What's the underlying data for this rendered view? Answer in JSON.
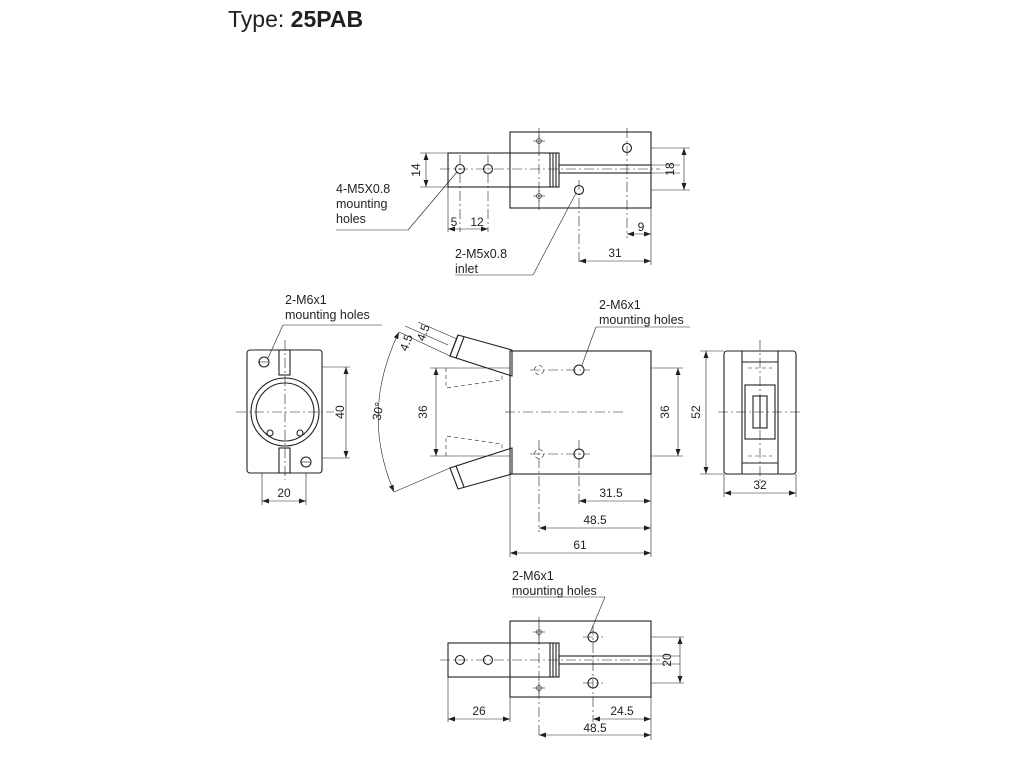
{
  "title": {
    "prefix": "Type: ",
    "model": "25PAB"
  },
  "labels": {
    "top_mount_1": "4-M5X0.8",
    "top_mount_2": "mounting",
    "top_mount_3": "holes",
    "inlet_1": "2-M5x0.8",
    "inlet_2": "inlet",
    "left_mount_1": "2-M6x1",
    "left_mount_2": "mounting holes",
    "mid_mount_1": "2-M6x1",
    "mid_mount_2": "mounting holes",
    "bot_mount_1": "2-M6x1",
    "bot_mount_2": "mounting holes"
  },
  "dims": {
    "top_14": "14",
    "top_5": "5",
    "top_12": "12",
    "top_18": "18",
    "top_9": "9",
    "top_31": "31",
    "left_40": "40",
    "left_20": "20",
    "mid_4_5a": "4.5",
    "mid_4_5b": "4.5",
    "mid_30deg": "30°",
    "mid_36a": "36",
    "mid_36b": "36",
    "mid_31_5": "31.5",
    "mid_48_5": "48.5",
    "mid_61": "61",
    "right_52": "52",
    "right_32": "32",
    "bot_20": "20",
    "bot_26": "26",
    "bot_24_5": "24.5",
    "bot_48_5": "48.5"
  }
}
